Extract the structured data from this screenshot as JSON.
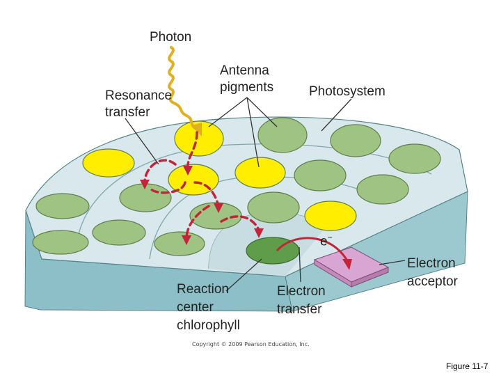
{
  "labels": {
    "photon": "Photon",
    "antenna_line1": "Antenna",
    "antenna_line2": "pigments",
    "photosystem": "Photosystem",
    "resonance_line1": "Resonance",
    "resonance_line2": "transfer",
    "electron_acceptor_line1": "Electron",
    "electron_acceptor_line2": "acceptor",
    "reaction_line1": "Reaction",
    "reaction_line2": "center",
    "reaction_line3": "chlorophyll",
    "electron_transfer_line1": "Electron",
    "electron_transfer_line2": "transfer",
    "electron_symbol": "e",
    "electron_charge": "−"
  },
  "copyright": "Copyright © 2009 Pearson Education, Inc.",
  "figure_number": "Figure 11-7",
  "colors": {
    "disc_green": "#9fc383",
    "disc_yellow": "#ffee00",
    "reaction_center": "#5f9d4a",
    "platform_top": "#d8e8ec",
    "platform_side": "#8cbfc7",
    "arrow_red": "#c0263a",
    "photon_wave": "#e0b020",
    "acceptor": "#d9a6d3"
  },
  "icons": [
    "photon-wave-icon",
    "resonance-transfer-arrow-icon",
    "electron-transfer-arrow-icon"
  ]
}
